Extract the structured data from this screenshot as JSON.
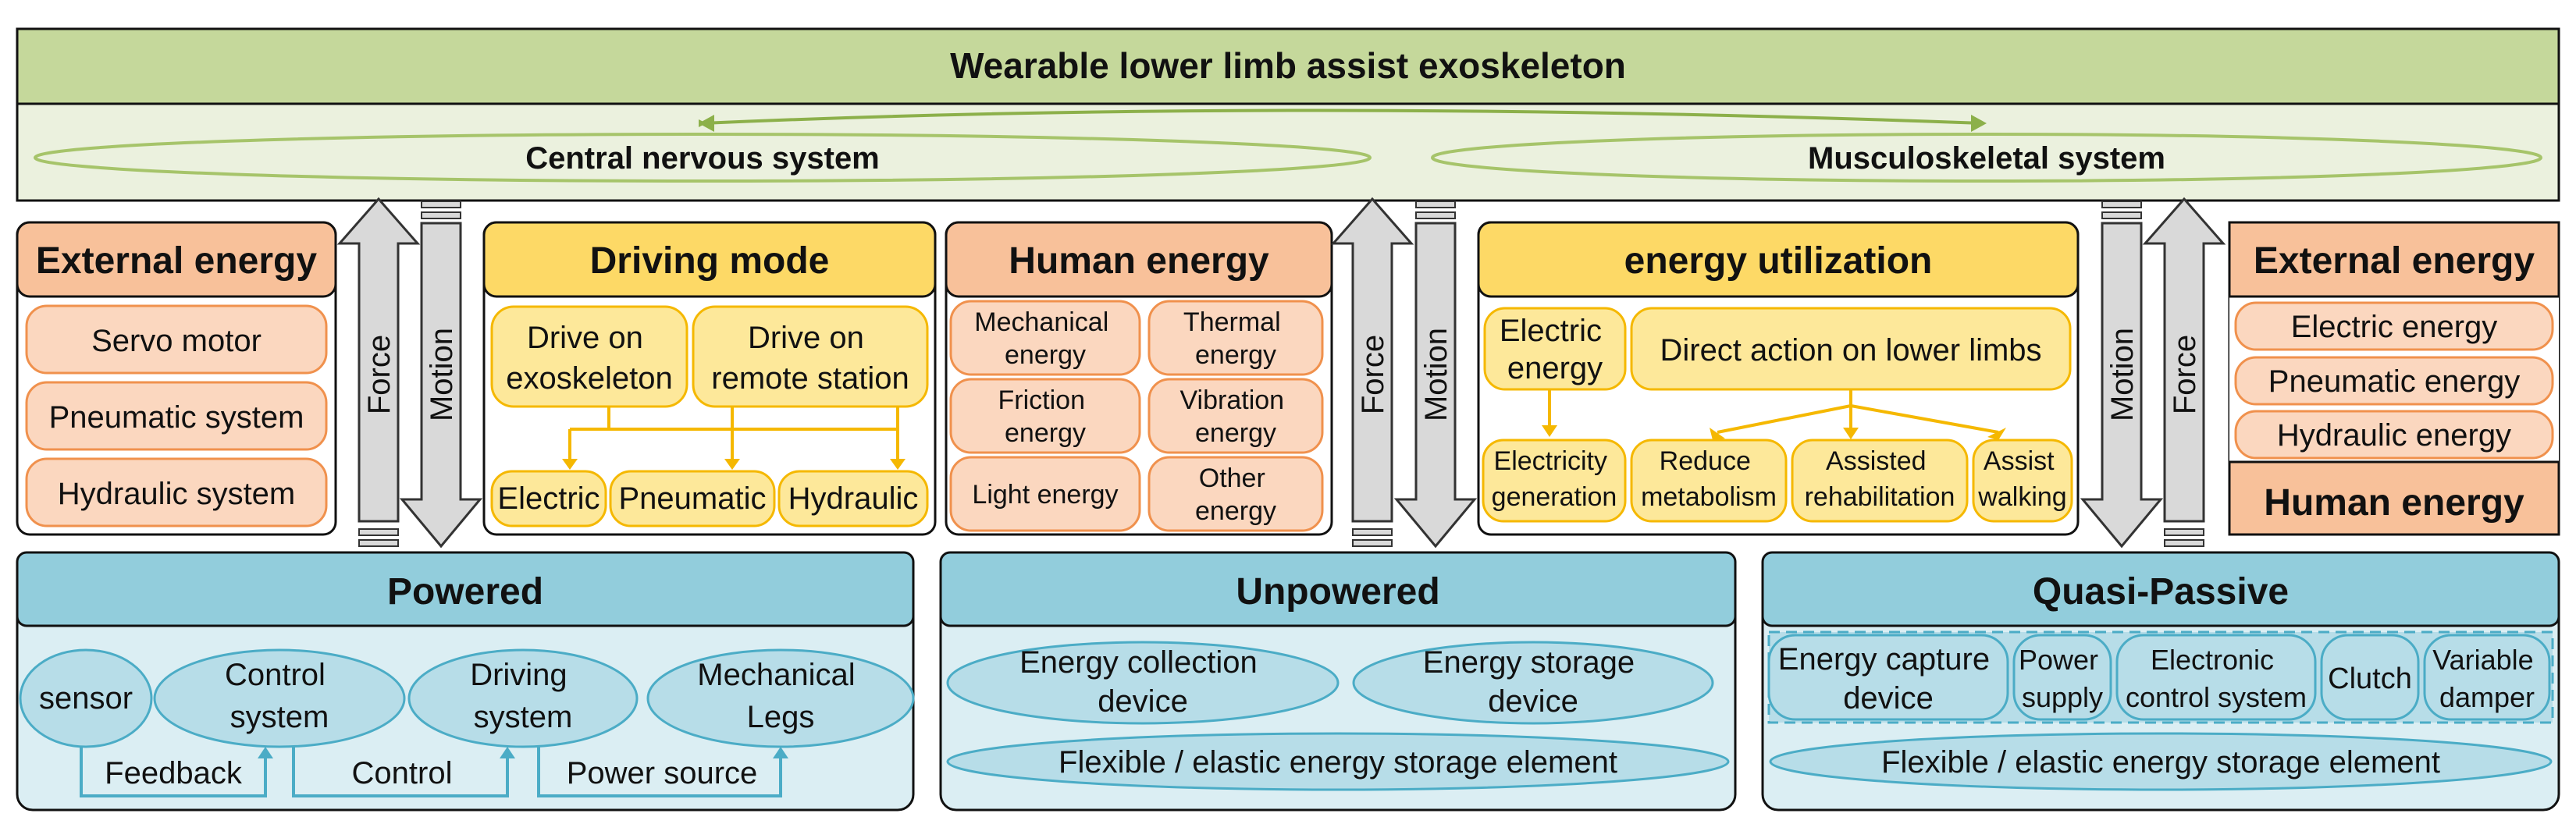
{
  "title": "Wearable lower limb assist exoskeleton",
  "systems": {
    "central_nervous": "Central nervous system",
    "musculoskeletal": "Musculoskeletal system"
  },
  "arrows": {
    "force": "Force",
    "motion": "Motion"
  },
  "external_energy_left": {
    "header": "External energy",
    "items": [
      "Servo motor",
      "Pneumatic system",
      "Hydraulic system"
    ]
  },
  "driving_mode": {
    "header": "Driving mode",
    "top_left": [
      "Drive on",
      "exoskeleton"
    ],
    "top_right": [
      "Drive on",
      "remote station"
    ],
    "bottom": [
      "Electric",
      "Pneumatic",
      "Hydraulic"
    ]
  },
  "human_energy": {
    "header": "Human energy",
    "items": [
      [
        "Mechanical",
        "energy"
      ],
      [
        "Thermal",
        "energy"
      ],
      [
        "Friction",
        "energy"
      ],
      [
        "Vibration",
        "energy"
      ],
      [
        "Light energy"
      ],
      [
        "Other",
        "energy"
      ]
    ]
  },
  "energy_utilization": {
    "header": "energy utilization",
    "electric_energy": [
      "Electric",
      "energy"
    ],
    "direct_action": "Direct action on lower limbs",
    "outcomes": [
      [
        "Electricity",
        "generation"
      ],
      [
        "Reduce",
        "metabolism"
      ],
      [
        "Assisted",
        "rehabilitation"
      ],
      [
        "Assist",
        "walking"
      ]
    ]
  },
  "external_energy_right": {
    "header": "External energy",
    "items": [
      "Electric energy",
      "Pneumatic energy",
      "Hydraulic energy"
    ],
    "footer": "Human energy"
  },
  "powered": {
    "header": "Powered",
    "nodes": [
      [
        "sensor"
      ],
      [
        "Control",
        "system"
      ],
      [
        "Driving",
        "system"
      ],
      [
        "Mechanical",
        "Legs"
      ]
    ],
    "links": [
      "Feedback",
      "Control",
      "Power source"
    ]
  },
  "unpowered": {
    "header": "Unpowered",
    "nodes": [
      [
        "Energy collection",
        "device"
      ],
      [
        "Energy storage",
        "device"
      ]
    ],
    "bottom": "Flexible / elastic energy storage element"
  },
  "quasi_passive": {
    "header": "Quasi-Passive",
    "nodes": [
      [
        "Energy capture",
        "device"
      ],
      [
        "Power",
        "supply"
      ],
      [
        "Electronic",
        "control system"
      ],
      [
        "Clutch"
      ],
      [
        "Variable",
        "damper"
      ]
    ],
    "bottom": "Flexible / elastic energy storage element"
  },
  "colors": {
    "title_band": "#c5d89b",
    "systems_band": "#ebf1de",
    "orange_header": "#f8c19a",
    "orange_box": "#fbd7bf",
    "orange_border": "#f0914d",
    "yellow_header": "#fdd966",
    "yellow_box": "#fde89a",
    "yellow_border": "#f5b800",
    "blue_header": "#92cddc",
    "blue_box": "#b7dde8",
    "blue_border": "#4bacc6",
    "blue_bg": "#dbeef3",
    "arrow_gray": "#d9d9d9"
  }
}
